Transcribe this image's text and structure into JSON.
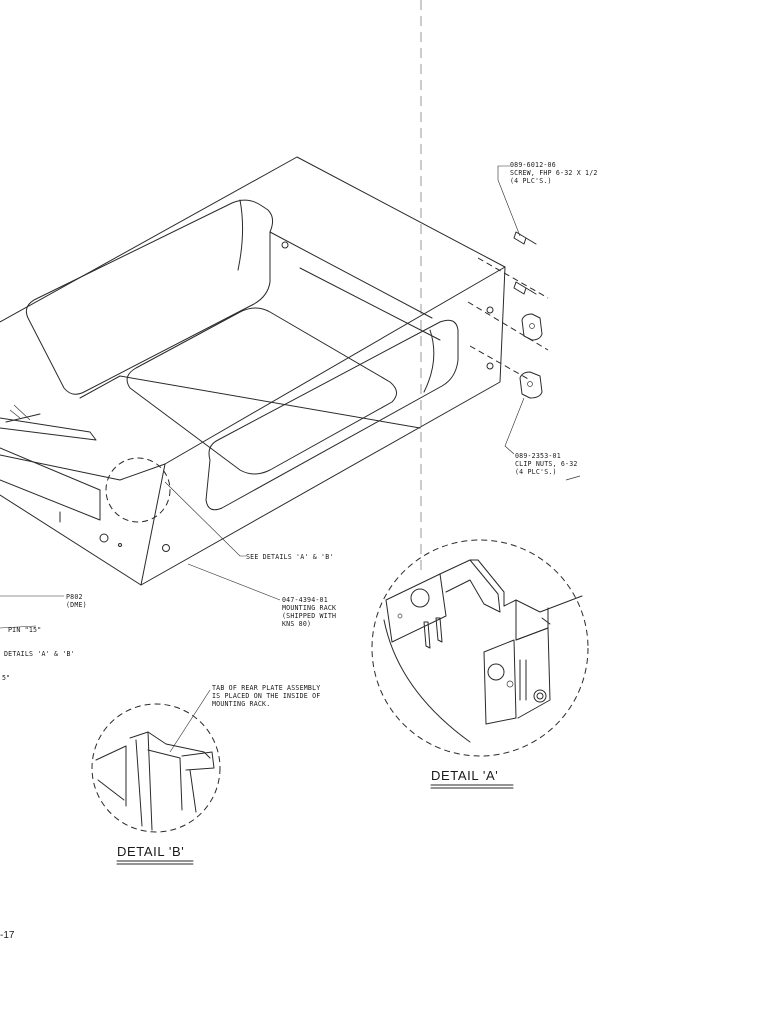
{
  "callouts": {
    "screw": {
      "part_no": "089-6012-06",
      "desc": "SCREW, FHP 6-32 X 1/2",
      "qty": "(4 PLC'S.)"
    },
    "clip_nuts": {
      "part_no": "089-2353-01",
      "desc": "CLIP NUTS, 6-32",
      "qty": "(4 PLC'S.)"
    },
    "see_details": "SEE DETAILS 'A' & 'B'",
    "mounting_rack": {
      "part_no": "047-4394-01",
      "line1": "MOUNTING RACK",
      "line2": "(SHIPPED WITH",
      "line3": "KNS 80)"
    },
    "p802": {
      "ref": "P802",
      "desc": "(DME)"
    },
    "pin": "PIN \"15\"",
    "details_left": "DETAILS 'A' & 'B'",
    "fragment_left": "5\"",
    "tab_note": {
      "line1": "TAB OF REAR PLATE ASSEMBLY",
      "line2": "IS PLACED ON THE INSIDE OF",
      "line3": "MOUNTING RACK."
    }
  },
  "detail_a": {
    "title": "DETAIL 'A'"
  },
  "detail_b": {
    "title": "DETAIL 'B'"
  },
  "page_number": "-17"
}
